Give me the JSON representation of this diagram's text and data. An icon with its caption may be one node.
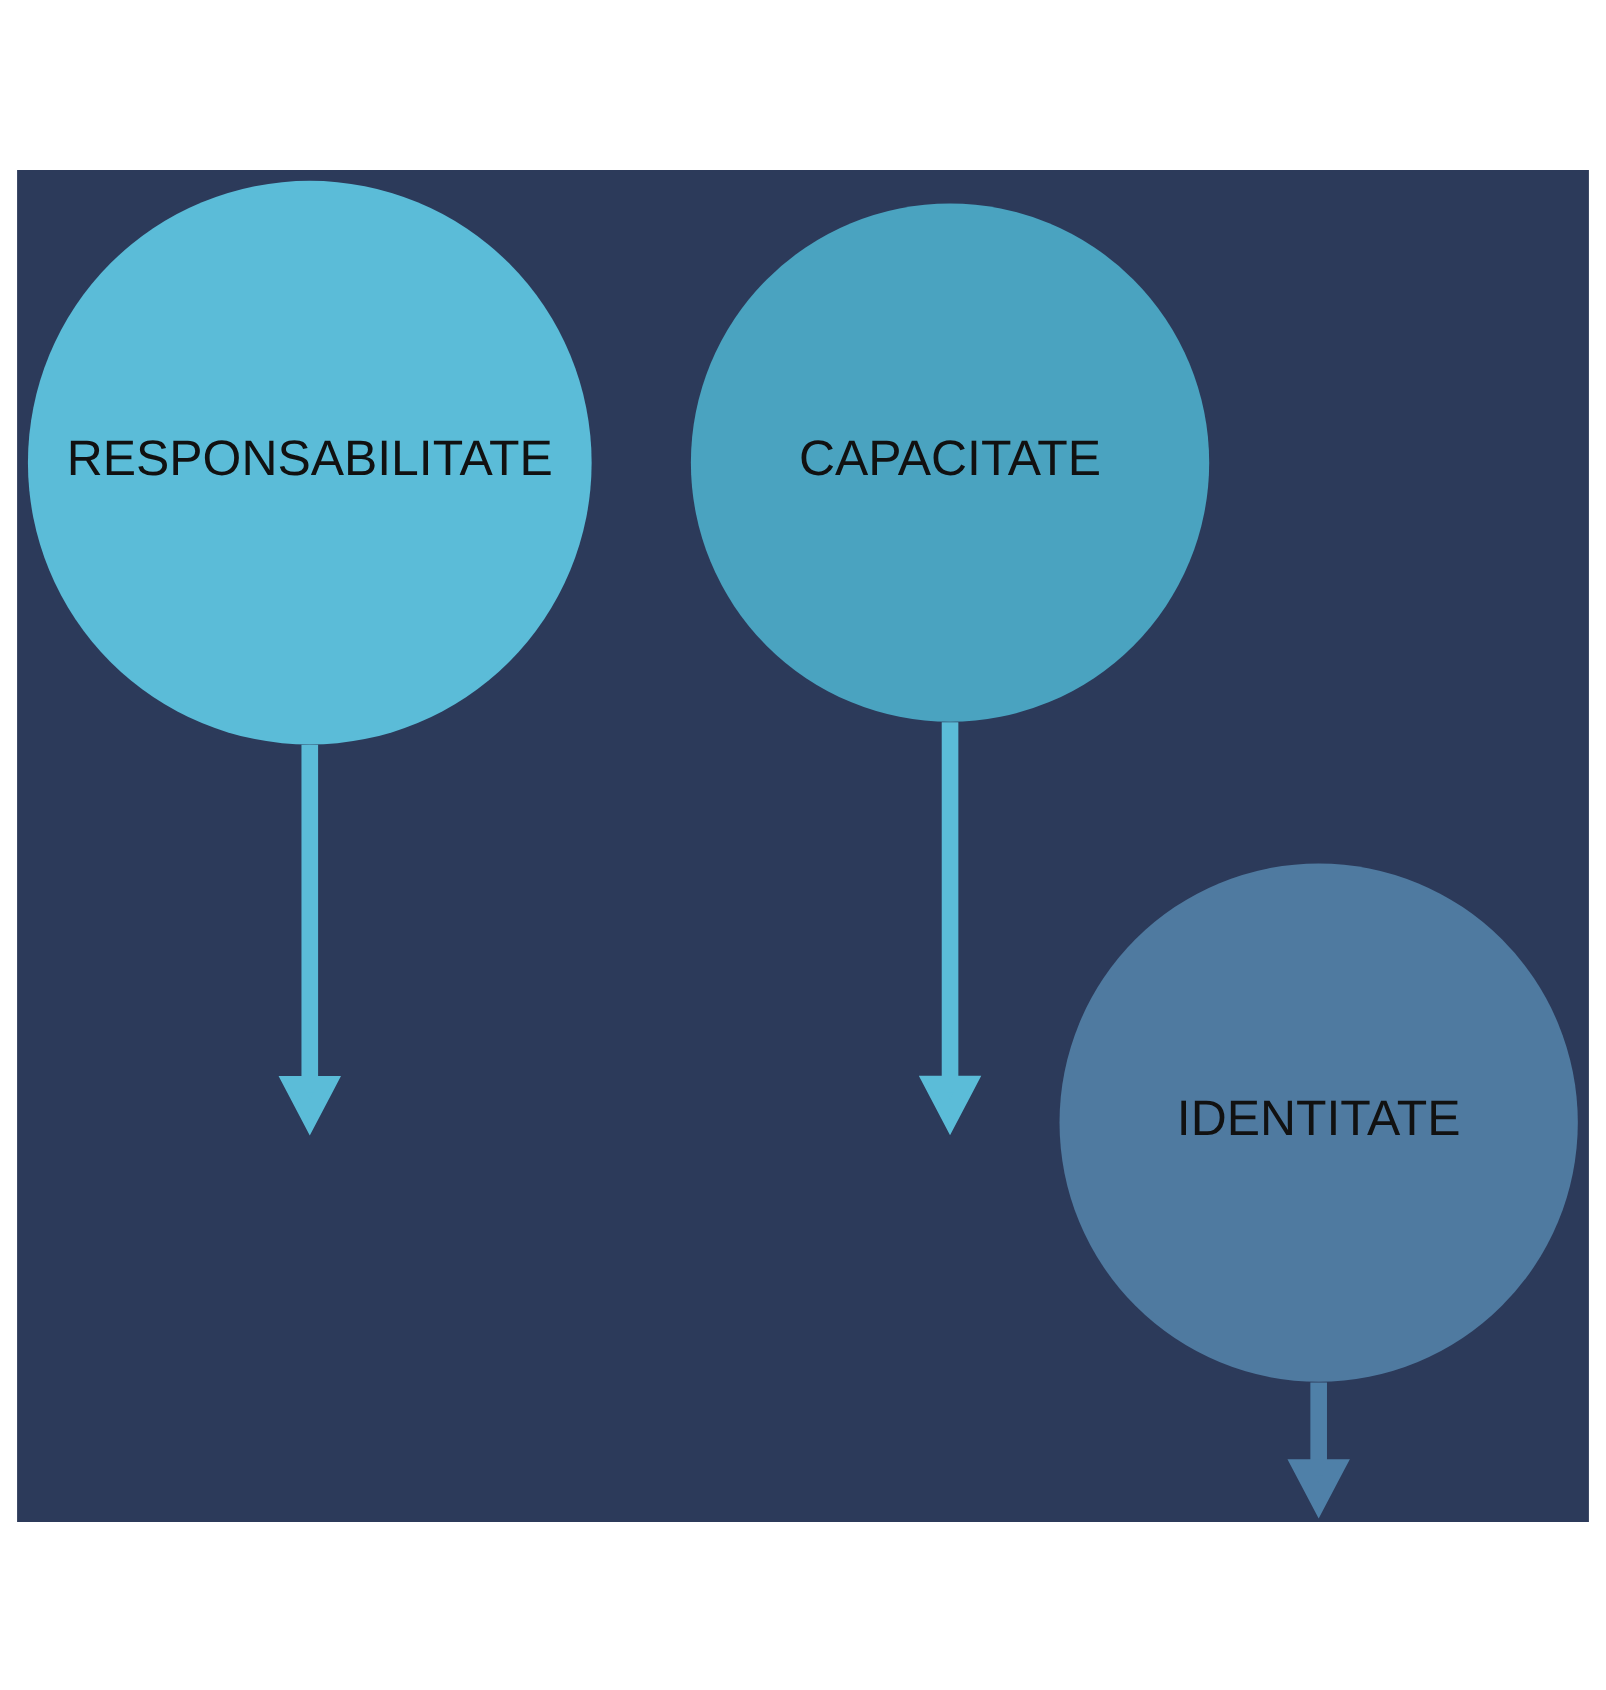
{
  "diagram": {
    "nodes": [
      {
        "text": [
          "RESPONSABILITATE"
        ]
      },
      {
        "text": [
          "CAPACITATE"
        ]
      },
      {
        "text": [
          "IDENTITATE"
        ]
      }
    ],
    "edges": [
      {
        "from": 0,
        "to": null,
        "arrow": "to"
      },
      {
        "from": 1,
        "to": null,
        "arrow": "to"
      },
      {
        "from": 2,
        "to": null,
        "arrow": "to",
        "color": "#4f80a8"
      }
    ]
  }
}
